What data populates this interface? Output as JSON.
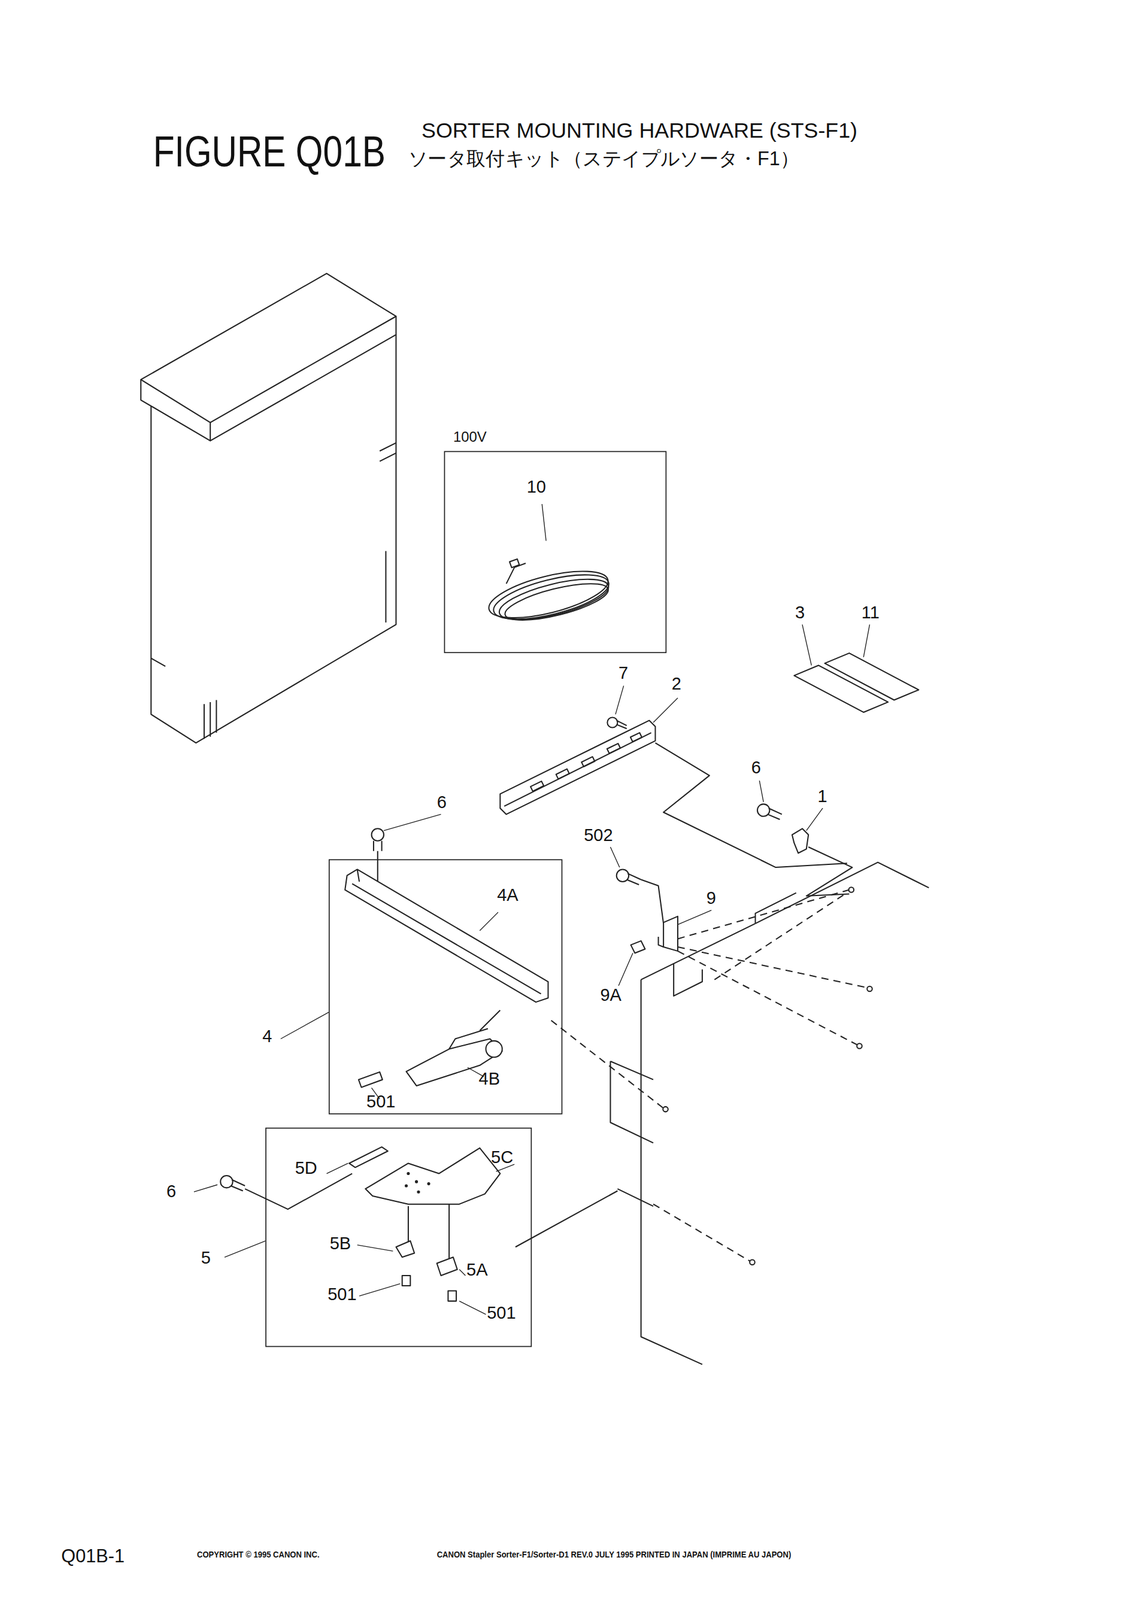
{
  "diagram": {
    "title": "FIGURE Q01B",
    "nodes": [
      {
        "text": [
          "100V",
          "10"
        ]
      },
      {
        "text": [
          "4A",
          "4B",
          "501"
        ]
      },
      {
        "text": [
          "5D",
          "5C",
          "5B",
          "5A",
          "501",
          "501"
        ]
      }
    ],
    "labels": [
      "SORTER MOUNTING HARDWARE (STS-F1)",
      "ソータ取付キット（ステイプルソータ・F1）",
      "3",
      "11",
      "7",
      "2",
      "6",
      "1",
      "6",
      "502",
      "9",
      "9A",
      "4",
      "6",
      "5",
      "Q01B-1",
      "COPYRIGHT © 1995 CANON INC.",
      "CANON Stapler Sorter-F1/Sorter-D1 REV.0 JULY 1995 PRINTED IN JAPAN (IMPRIME AU JAPON)"
    ]
  }
}
